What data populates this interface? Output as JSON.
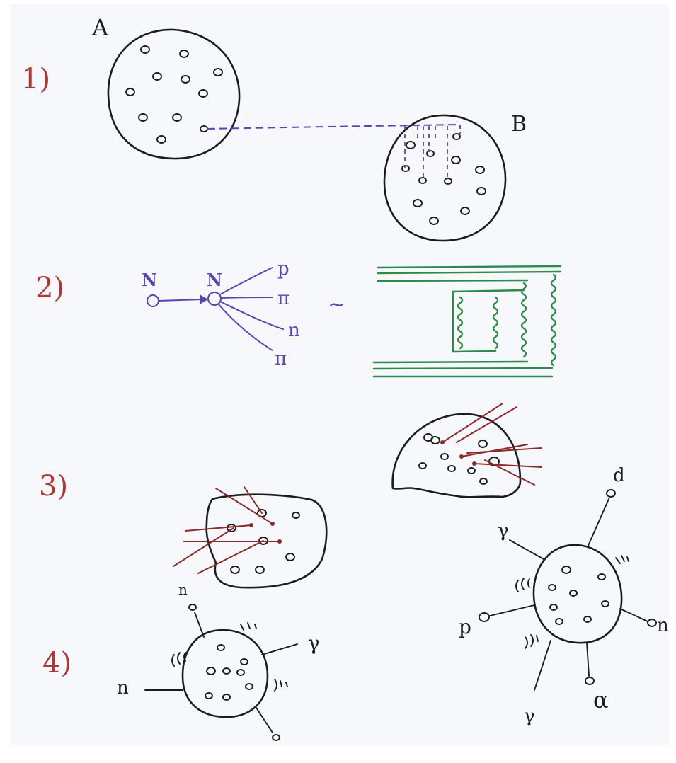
{
  "section_labels": [
    "1)",
    "2)",
    "3)",
    "4)"
  ],
  "nucleus_labels": {
    "a": "A",
    "b": "B"
  },
  "reaction": {
    "incoming": "N",
    "struck": "N",
    "products": [
      "p",
      "π",
      "n",
      "π"
    ],
    "approx": "~"
  },
  "emission_left": {
    "top": "n",
    "left": "n",
    "right": "γ"
  },
  "emission_right": {
    "top": "d",
    "upper_left": "γ",
    "left": "p",
    "right": "n",
    "bottom_right": "α",
    "bottom_left": "γ"
  },
  "colors": {
    "ink": "#1c1c1c",
    "section_label": "#a83a3a",
    "reaction": "#5a45b0",
    "gluon": "#2d8a4a",
    "tracks": "#8a2a2a"
  }
}
